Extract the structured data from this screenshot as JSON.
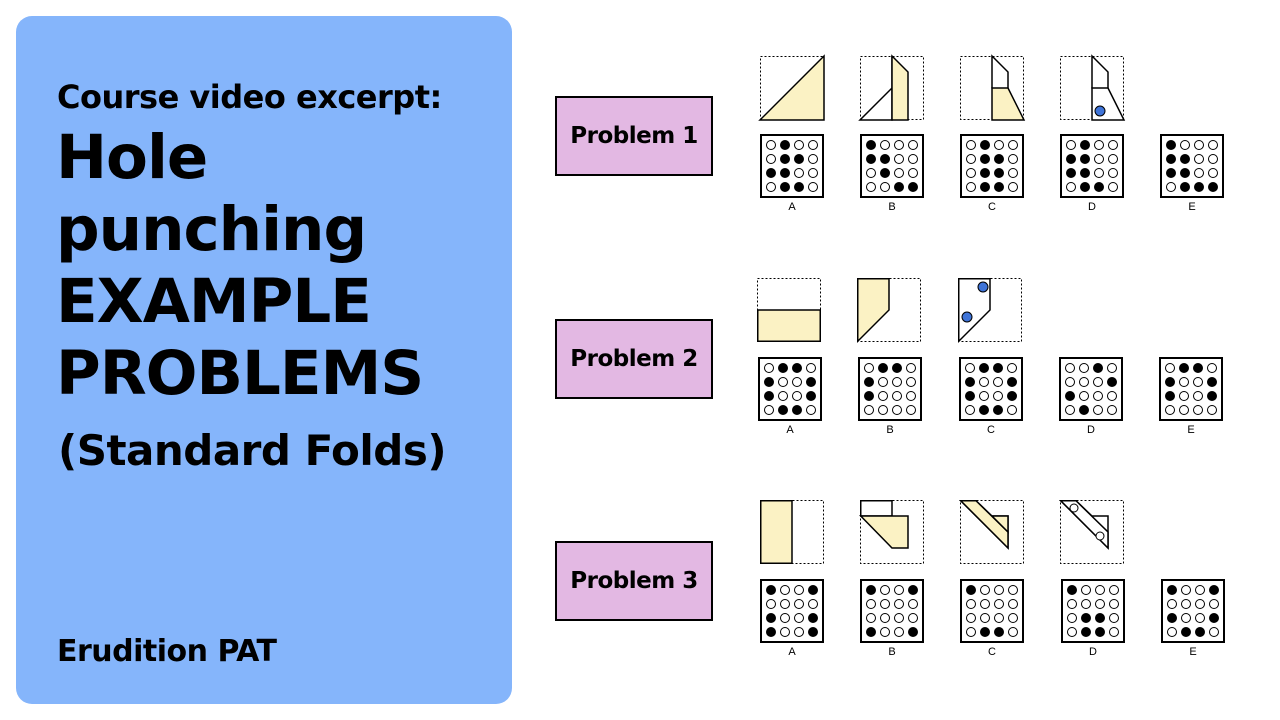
{
  "sidebar": {
    "kicker": "Course video excerpt:",
    "title_lines": [
      "Hole",
      "punching",
      "EXAMPLE",
      "PROBLEMS"
    ],
    "subtitle": "(Standard Folds)",
    "brand": "Erudition PAT"
  },
  "colors": {
    "panel_bg": "#85b5fb",
    "label_bg": "#e3b8e3",
    "paper_fill": "#fbf2c4",
    "hole_marker": "#3f74d8"
  },
  "problems": [
    {
      "label": "Problem 1",
      "fold_steps": [
        "diagonal-fold",
        "vertical-fold",
        "corner-fold",
        "punch"
      ],
      "options": [
        {
          "letter": "A",
          "holes": [
            [
              0,
              1,
              0,
              0
            ],
            [
              0,
              1,
              1,
              0
            ],
            [
              1,
              1,
              0,
              0
            ],
            [
              0,
              1,
              1,
              0
            ]
          ]
        },
        {
          "letter": "B",
          "holes": [
            [
              1,
              0,
              0,
              0
            ],
            [
              1,
              1,
              0,
              0
            ],
            [
              0,
              1,
              0,
              0
            ],
            [
              0,
              0,
              1,
              1
            ]
          ]
        },
        {
          "letter": "C",
          "holes": [
            [
              0,
              1,
              0,
              0
            ],
            [
              0,
              1,
              1,
              0
            ],
            [
              0,
              1,
              1,
              0
            ],
            [
              0,
              1,
              1,
              0
            ]
          ]
        },
        {
          "letter": "D",
          "holes": [
            [
              0,
              1,
              0,
              0
            ],
            [
              1,
              1,
              0,
              0
            ],
            [
              1,
              1,
              0,
              0
            ],
            [
              0,
              1,
              1,
              0
            ]
          ]
        },
        {
          "letter": "E",
          "holes": [
            [
              1,
              0,
              0,
              0
            ],
            [
              1,
              1,
              0,
              0
            ],
            [
              1,
              1,
              0,
              0
            ],
            [
              0,
              1,
              1,
              1
            ]
          ]
        }
      ]
    },
    {
      "label": "Problem 2",
      "fold_steps": [
        "horizontal-fold",
        "corner-fold",
        "punch"
      ],
      "options": [
        {
          "letter": "A",
          "holes": [
            [
              0,
              1,
              1,
              0
            ],
            [
              1,
              0,
              0,
              1
            ],
            [
              1,
              0,
              0,
              1
            ],
            [
              0,
              1,
              1,
              0
            ]
          ]
        },
        {
          "letter": "B",
          "holes": [
            [
              0,
              1,
              1,
              0
            ],
            [
              1,
              0,
              0,
              0
            ],
            [
              1,
              0,
              0,
              0
            ],
            [
              0,
              0,
              0,
              0
            ]
          ]
        },
        {
          "letter": "C",
          "holes": [
            [
              0,
              1,
              1,
              0
            ],
            [
              1,
              0,
              0,
              1
            ],
            [
              1,
              0,
              0,
              1
            ],
            [
              0,
              1,
              1,
              0
            ]
          ]
        },
        {
          "letter": "D",
          "holes": [
            [
              0,
              0,
              1,
              0
            ],
            [
              0,
              0,
              0,
              1
            ],
            [
              1,
              0,
              0,
              0
            ],
            [
              0,
              1,
              0,
              0
            ]
          ]
        },
        {
          "letter": "E",
          "holes": [
            [
              0,
              1,
              1,
              0
            ],
            [
              1,
              0,
              0,
              1
            ],
            [
              1,
              0,
              0,
              1
            ],
            [
              0,
              0,
              0,
              0
            ]
          ]
        }
      ]
    },
    {
      "label": "Problem 3",
      "fold_steps": [
        "vertical-fold",
        "corner-fold",
        "diagonal-fold",
        "punch"
      ],
      "options": [
        {
          "letter": "A",
          "holes": [
            [
              1,
              0,
              0,
              1
            ],
            [
              0,
              0,
              0,
              0
            ],
            [
              1,
              0,
              0,
              1
            ],
            [
              1,
              0,
              0,
              1
            ]
          ]
        },
        {
          "letter": "B",
          "holes": [
            [
              1,
              0,
              0,
              1
            ],
            [
              0,
              0,
              0,
              0
            ],
            [
              0,
              0,
              0,
              0
            ],
            [
              1,
              0,
              0,
              1
            ]
          ]
        },
        {
          "letter": "C",
          "holes": [
            [
              1,
              0,
              0,
              0
            ],
            [
              0,
              0,
              0,
              0
            ],
            [
              0,
              0,
              0,
              0
            ],
            [
              0,
              1,
              1,
              0
            ]
          ]
        },
        {
          "letter": "D",
          "holes": [
            [
              1,
              0,
              0,
              0
            ],
            [
              0,
              0,
              0,
              0
            ],
            [
              0,
              1,
              1,
              0
            ],
            [
              0,
              1,
              1,
              0
            ]
          ]
        },
        {
          "letter": "E",
          "holes": [
            [
              1,
              0,
              0,
              1
            ],
            [
              0,
              0,
              0,
              0
            ],
            [
              1,
              0,
              0,
              1
            ],
            [
              0,
              1,
              1,
              0
            ]
          ]
        }
      ]
    }
  ]
}
